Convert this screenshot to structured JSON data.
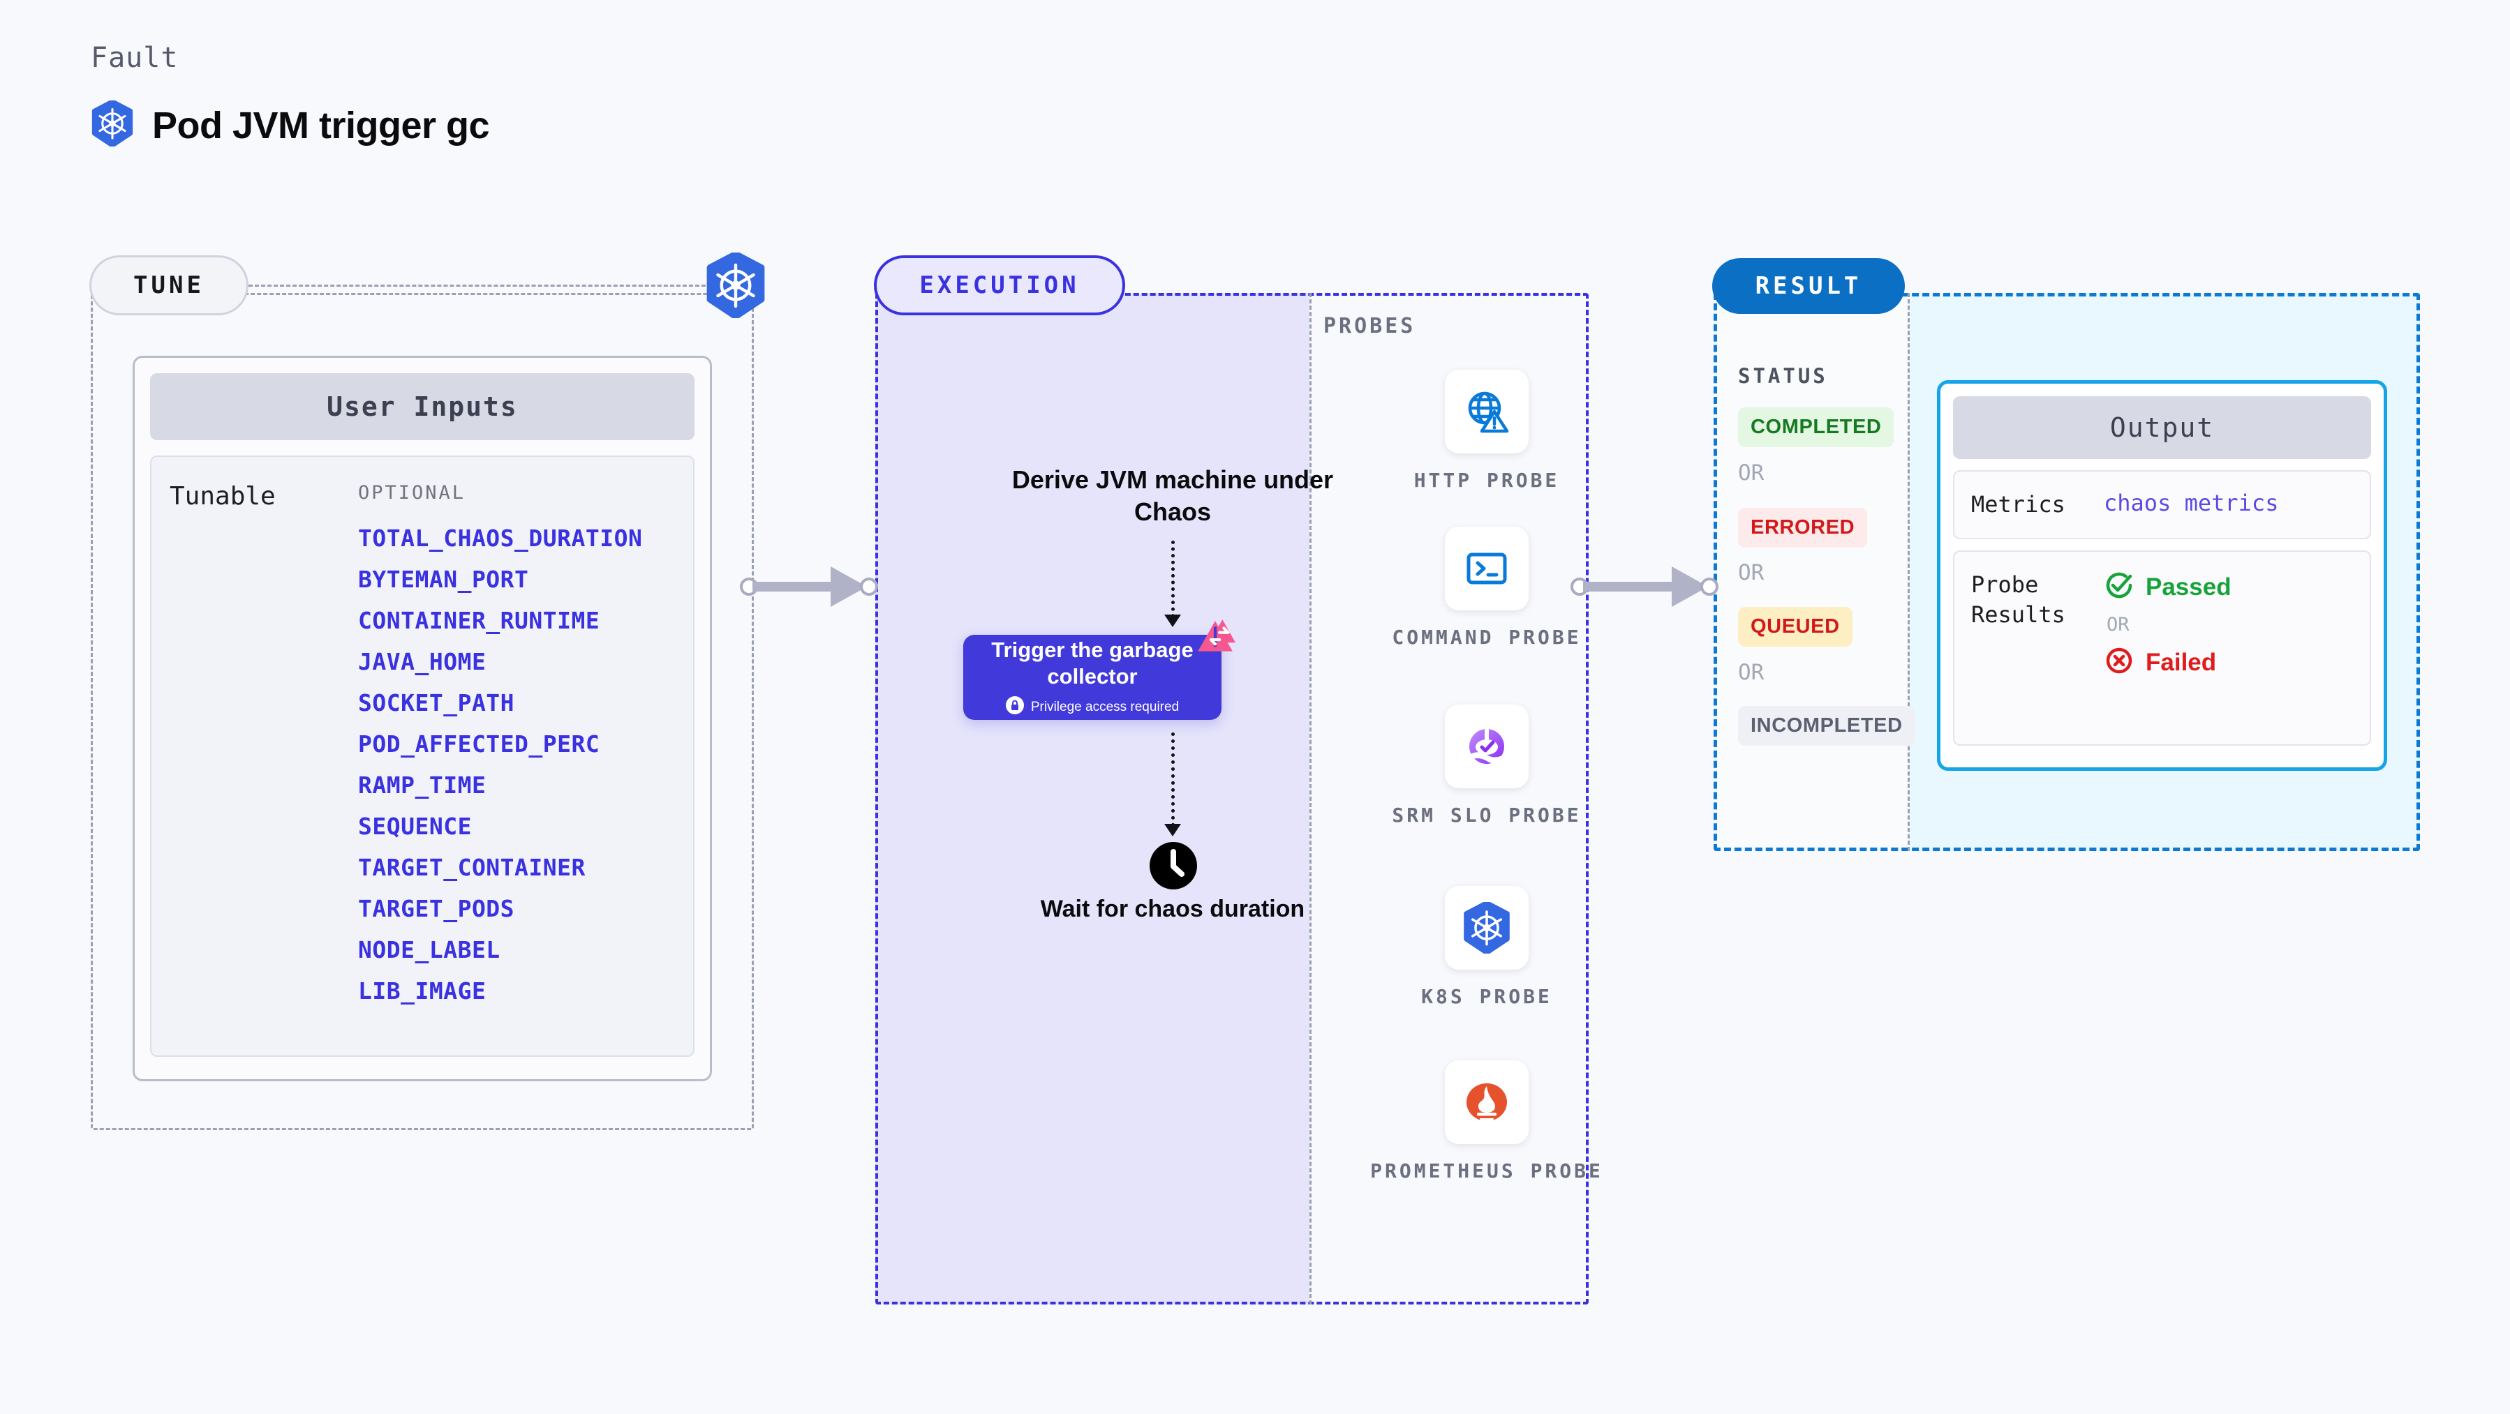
{
  "header": {
    "eyebrow": "Fault",
    "title": "Pod JVM trigger gc",
    "icon": "kubernetes-icon"
  },
  "tune": {
    "pill_label": "TUNE",
    "badge_icon": "kubernetes-icon",
    "card_title": "User Inputs",
    "row_label": "Tunable",
    "group_label": "OPTIONAL",
    "tunables": [
      "TOTAL_CHAOS_DURATION",
      "BYTEMAN_PORT",
      "CONTAINER_RUNTIME",
      "JAVA_HOME",
      "SOCKET_PATH",
      "POD_AFFECTED_PERC",
      "RAMP_TIME",
      "SEQUENCE",
      "TARGET_CONTAINER",
      "TARGET_PODS",
      "NODE_LABEL",
      "LIB_IMAGE"
    ]
  },
  "execution": {
    "pill_label": "EXECUTION",
    "step_one": "Derive JVM machine under Chaos",
    "gc_box": {
      "title": "Trigger the garbage collector",
      "privilege_note": "Privilege access required",
      "lock_icon": "lock-icon",
      "corner_icon": "litmus-chaos-icon"
    },
    "wait_step": {
      "icon": "clock-icon",
      "label": "Wait for chaos duration"
    }
  },
  "probes": {
    "section_label": "PROBES",
    "items": [
      {
        "name": "HTTP PROBE",
        "icon": "globe-warning-icon"
      },
      {
        "name": "COMMAND PROBE",
        "icon": "terminal-icon"
      },
      {
        "name": "SRM SLO PROBE",
        "icon": "srm-slo-icon"
      },
      {
        "name": "K8S PROBE",
        "icon": "kubernetes-icon"
      },
      {
        "name": "PROMETHEUS PROBE",
        "icon": "prometheus-icon"
      }
    ]
  },
  "result": {
    "pill_label": "RESULT",
    "status_label": "STATUS",
    "or_label": "OR",
    "statuses": [
      {
        "label": "COMPLETED",
        "color": "#167a22",
        "bg": "#e4f7e3"
      },
      {
        "label": "ERRORED",
        "color": "#d21919",
        "bg": "#fdeaea"
      },
      {
        "label": "QUEUED",
        "color": "#d21919",
        "bg": "#fdeec4"
      },
      {
        "label": "INCOMPLETED",
        "color": "#5b6070",
        "bg": "#eef0f5"
      }
    ],
    "output": {
      "card_title": "Output",
      "metrics_key": "Metrics",
      "metrics_value": "chaos metrics",
      "probe_results_key": "Probe Results",
      "passed_label": "Passed",
      "passed_icon": "check-circle-icon",
      "or_label": "OR",
      "failed_label": "Failed",
      "failed_icon": "x-circle-icon"
    }
  },
  "colors": {
    "page_bg": "#f8f9fc",
    "tune_accent": "#9aa0b4",
    "execution_accent": "#3a31e0",
    "result_accent": "#0b7ad6",
    "output_accent": "#14a4e8",
    "tunable_text": "#3a31e0",
    "gc_box": "#4239db"
  }
}
